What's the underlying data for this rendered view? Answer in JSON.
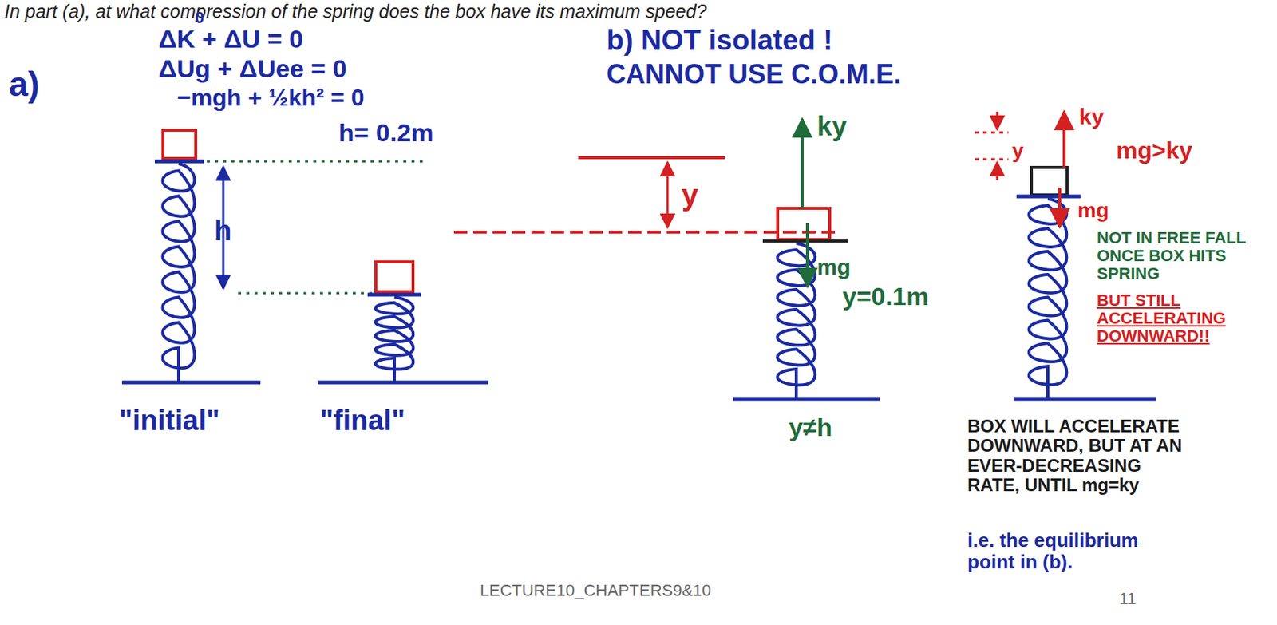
{
  "diagram": {
    "labels": [
      "In part (a), at what compression of the spring does the box have its maximum speed?",
      "a)",
      "ΔK + ΔU = 0",
      "0",
      "ΔUg + ΔUee = 0",
      "−mgh + ½kh² = 0",
      "h= 0.2m",
      "h",
      "\"initial\"",
      "\"final\"",
      "b) NOT isolated !",
      "CANNOT USE C.O.M.E.",
      "y",
      "ky",
      "mg",
      "y=0.1m",
      "y≠h",
      "y",
      "ky",
      "mg>ky",
      "mg",
      "NOT IN FREE FALL ONCE BOX HITS SPRING",
      "BUT STILL ACCELERATING DOWNWARD!!",
      "BOX WILL ACCELERATE DOWNWARD, BUT AT AN EVER-DECREASING RATE, UNTIL mg=ky",
      "i.e. the equilibrium point in (b).",
      "LECTURE10_CHAPTERS9&10",
      "11"
    ]
  }
}
